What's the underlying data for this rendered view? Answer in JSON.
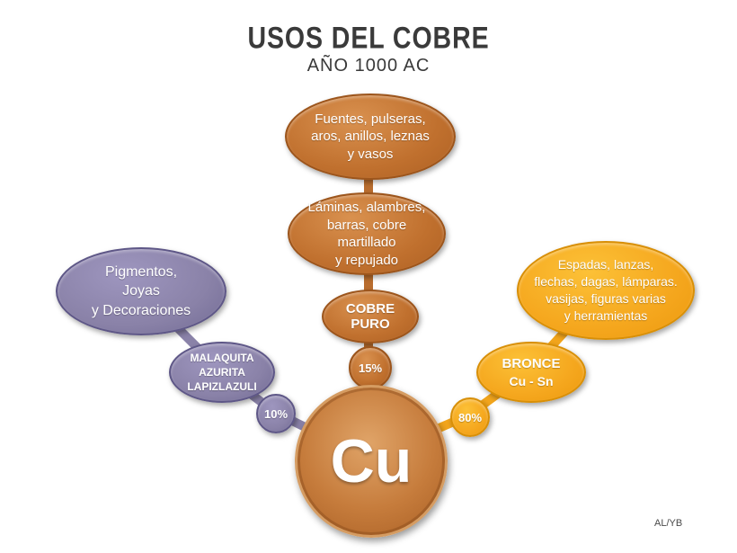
{
  "title": "USOS DEL COBRE",
  "subtitle": "AÑO 1000 AC",
  "credit": "AL/YB",
  "colors": {
    "copper": "#c0702e",
    "purple": "#8a82a8",
    "gold": "#f5a71e"
  },
  "center_node": {
    "symbol": "Cu"
  },
  "branches": {
    "copper": {
      "percent": "15%",
      "material": "COBRE PURO",
      "uses_primary": "Láminas, alambres,\nbarras, cobre martillado\ny repujado",
      "uses_secondary": "Fuentes, pulseras,\naros, anillos, leznas\ny vasos"
    },
    "minerals": {
      "percent": "10%",
      "material": "MALAQUITA\nAZURITA\nLAPIZLAZULI",
      "uses": "Pigmentos,\nJoyas\ny Decoraciones"
    },
    "bronze": {
      "percent": "80%",
      "material_name": "BRONCE",
      "material_formula": "Cu - Sn",
      "uses": "Espadas, lanzas,\nflechas, dagas, lámparas.\nvasijas, figuras varias\ny herramientas"
    }
  }
}
